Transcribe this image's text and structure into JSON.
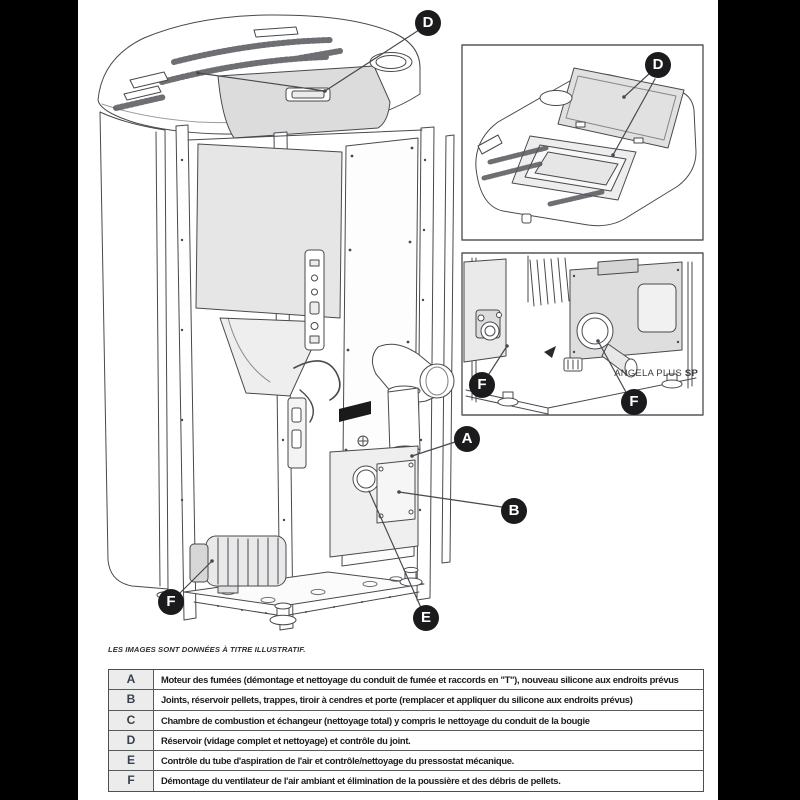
{
  "illustration_note": "LES IMAGES SONT DONNÉES À TITRE ILLUSTRATIF.",
  "model": {
    "name": "ANGELA PLUS",
    "variant": "SP"
  },
  "callouts": {
    "top_main": "D",
    "smoke_motor": "A",
    "inspection_panel": "B",
    "air_intake": "E",
    "room_fan_main": "F",
    "top_inset": "D",
    "inset_fan_left": "F",
    "inset_fan_right": "F"
  },
  "maintenance_table": {
    "rows": [
      {
        "key": "A",
        "description": "Moteur des fumées (démontage et nettoyage du conduit de fumée et raccords en \"T\"), nouveau silicone aux endroits prévus"
      },
      {
        "key": "B",
        "description": "Joints, réservoir pellets, trappes, tiroir à cendres et porte (remplacer et appliquer du silicone aux endroits prévus)"
      },
      {
        "key": "C",
        "description": "Chambre de combustion et échangeur (nettoyage total) y compris le nettoyage du conduit de la bougie"
      },
      {
        "key": "D",
        "description": "Réservoir (vidage complet et nettoyage) et contrôle du joint."
      },
      {
        "key": "E",
        "description": "Contrôle du tube d'aspiration de l'air et contrôle/nettoyage du pressostat mécanique."
      },
      {
        "key": "F",
        "description": "Démontage du ventilateur de l'air ambiant et élimination de la poussière et des débris de pellets."
      }
    ]
  },
  "colors": {
    "callout_bg": "#1b1b1d",
    "callout_text": "#ffffff",
    "line_art": "#47494d",
    "panel_fill": "#e4e4e6",
    "table_border": "#4f4f51",
    "table_key_bg": "#ececec",
    "side_bars": "#000000"
  }
}
